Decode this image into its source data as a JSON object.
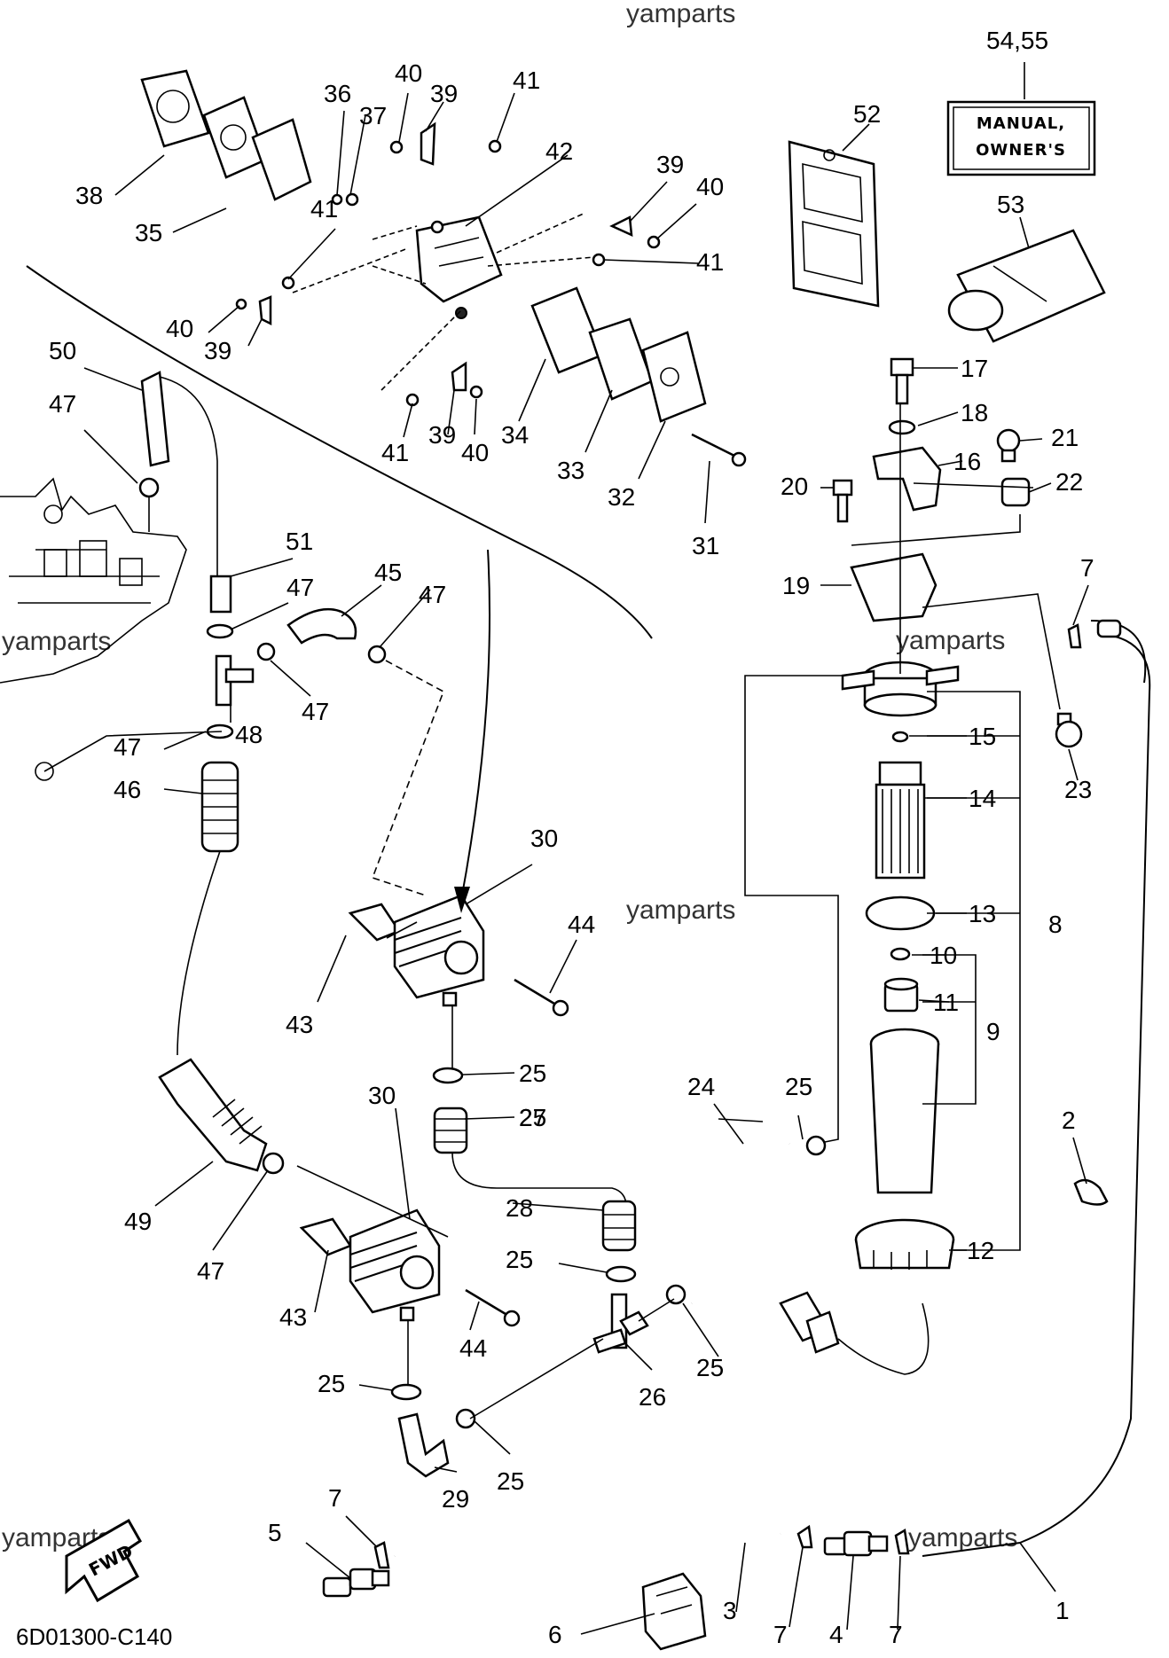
{
  "watermarks": [
    "yamparts",
    "yamparts",
    "yamparts",
    "yamparts",
    "yamparts"
  ],
  "diagram_code": "6D01300-C140",
  "manual_label": {
    "line1": "MANUAL,",
    "line2": "OWNER'S"
  },
  "fwd_label": "FWD",
  "callouts": {
    "c1": "1",
    "c2": "2",
    "c3": "3",
    "c4": "4",
    "c5": "5",
    "c6": "6",
    "c7a": "7",
    "c7b": "7",
    "c7c": "7",
    "c7d": "7",
    "c8": "8",
    "c9": "9",
    "c10": "10",
    "c11": "11",
    "c12": "12",
    "c13": "13",
    "c14": "14",
    "c15": "15",
    "c16": "16",
    "c17": "17",
    "c18": "18",
    "c19": "19",
    "c20": "20",
    "c21": "21",
    "c22": "22",
    "c23": "23",
    "c24": "24",
    "c25a": "25",
    "c25b": "25",
    "c25c": "25",
    "c25d": "25",
    "c25e": "25",
    "c25f": "25",
    "c25g": "25",
    "c26": "26",
    "c27": "27",
    "c28": "28",
    "c29": "29",
    "c30a": "30",
    "c30b": "30",
    "c31": "31",
    "c32": "32",
    "c33": "33",
    "c34": "34",
    "c35": "35",
    "c36": "36",
    "c37": "37",
    "c38": "38",
    "c39a": "39",
    "c39b": "39",
    "c39c": "39",
    "c39d": "39",
    "c40a": "40",
    "c40b": "40",
    "c40c": "40",
    "c40d": "40",
    "c41a": "41",
    "c41b": "41",
    "c41c": "41",
    "c41d": "41",
    "c42": "42",
    "c43a": "43",
    "c43b": "43",
    "c44a": "44",
    "c44b": "44",
    "c45": "45",
    "c46": "46",
    "c47a": "47",
    "c47b": "47",
    "c47c": "47",
    "c47d": "47",
    "c47e": "47",
    "c47f": "47",
    "c48": "48",
    "c49": "49",
    "c50": "50",
    "c51": "51",
    "c52": "52",
    "c53": "53",
    "c54": "54,55"
  }
}
